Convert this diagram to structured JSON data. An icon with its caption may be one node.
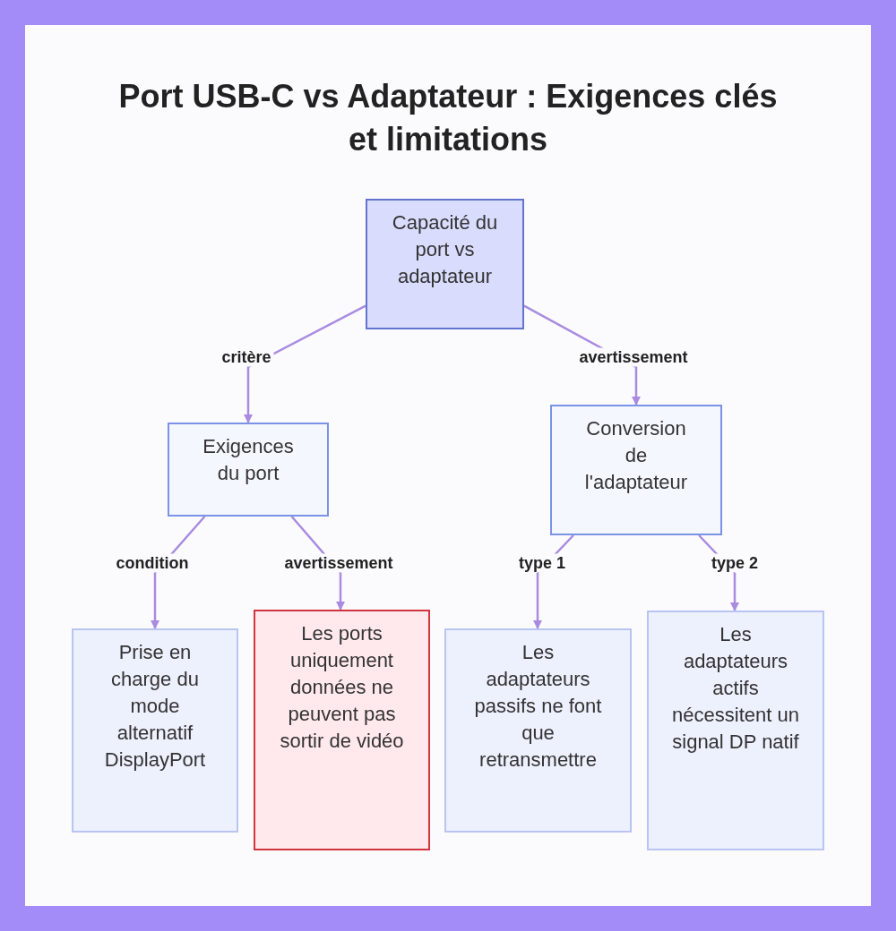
{
  "diagram": {
    "title": "Port USB-C vs Adaptateur : Exigences clés et limitations",
    "nodes": [
      {
        "text": [
          "Capacité du port vs adaptateur"
        ]
      },
      {
        "text": [
          "Exigences du port"
        ]
      },
      {
        "text": [
          "Conversion de l'adaptateur"
        ]
      },
      {
        "text": [
          "Prise en charge du mode alternatif DisplayPort"
        ]
      },
      {
        "text": [
          "Les ports uniquement données ne peuvent pas sortir de vidéo"
        ]
      },
      {
        "text": [
          "Les adaptateurs passifs ne font que retransmettre"
        ]
      },
      {
        "text": [
          "Les adaptateurs actifs nécessitent un signal DP natif"
        ]
      }
    ],
    "edges": [
      {
        "from": 0,
        "to": 1,
        "arrow": "to",
        "label": "critère"
      },
      {
        "from": 0,
        "to": 2,
        "arrow": "to",
        "label": "avertissement"
      },
      {
        "from": 1,
        "to": 3,
        "arrow": "to",
        "label": "condition"
      },
      {
        "from": 1,
        "to": 4,
        "arrow": "to",
        "label": "avertissement"
      },
      {
        "from": 2,
        "to": 5,
        "arrow": "to",
        "label": "type 1"
      },
      {
        "from": 2,
        "to": 6,
        "arrow": "to",
        "label": "type 2"
      }
    ]
  }
}
